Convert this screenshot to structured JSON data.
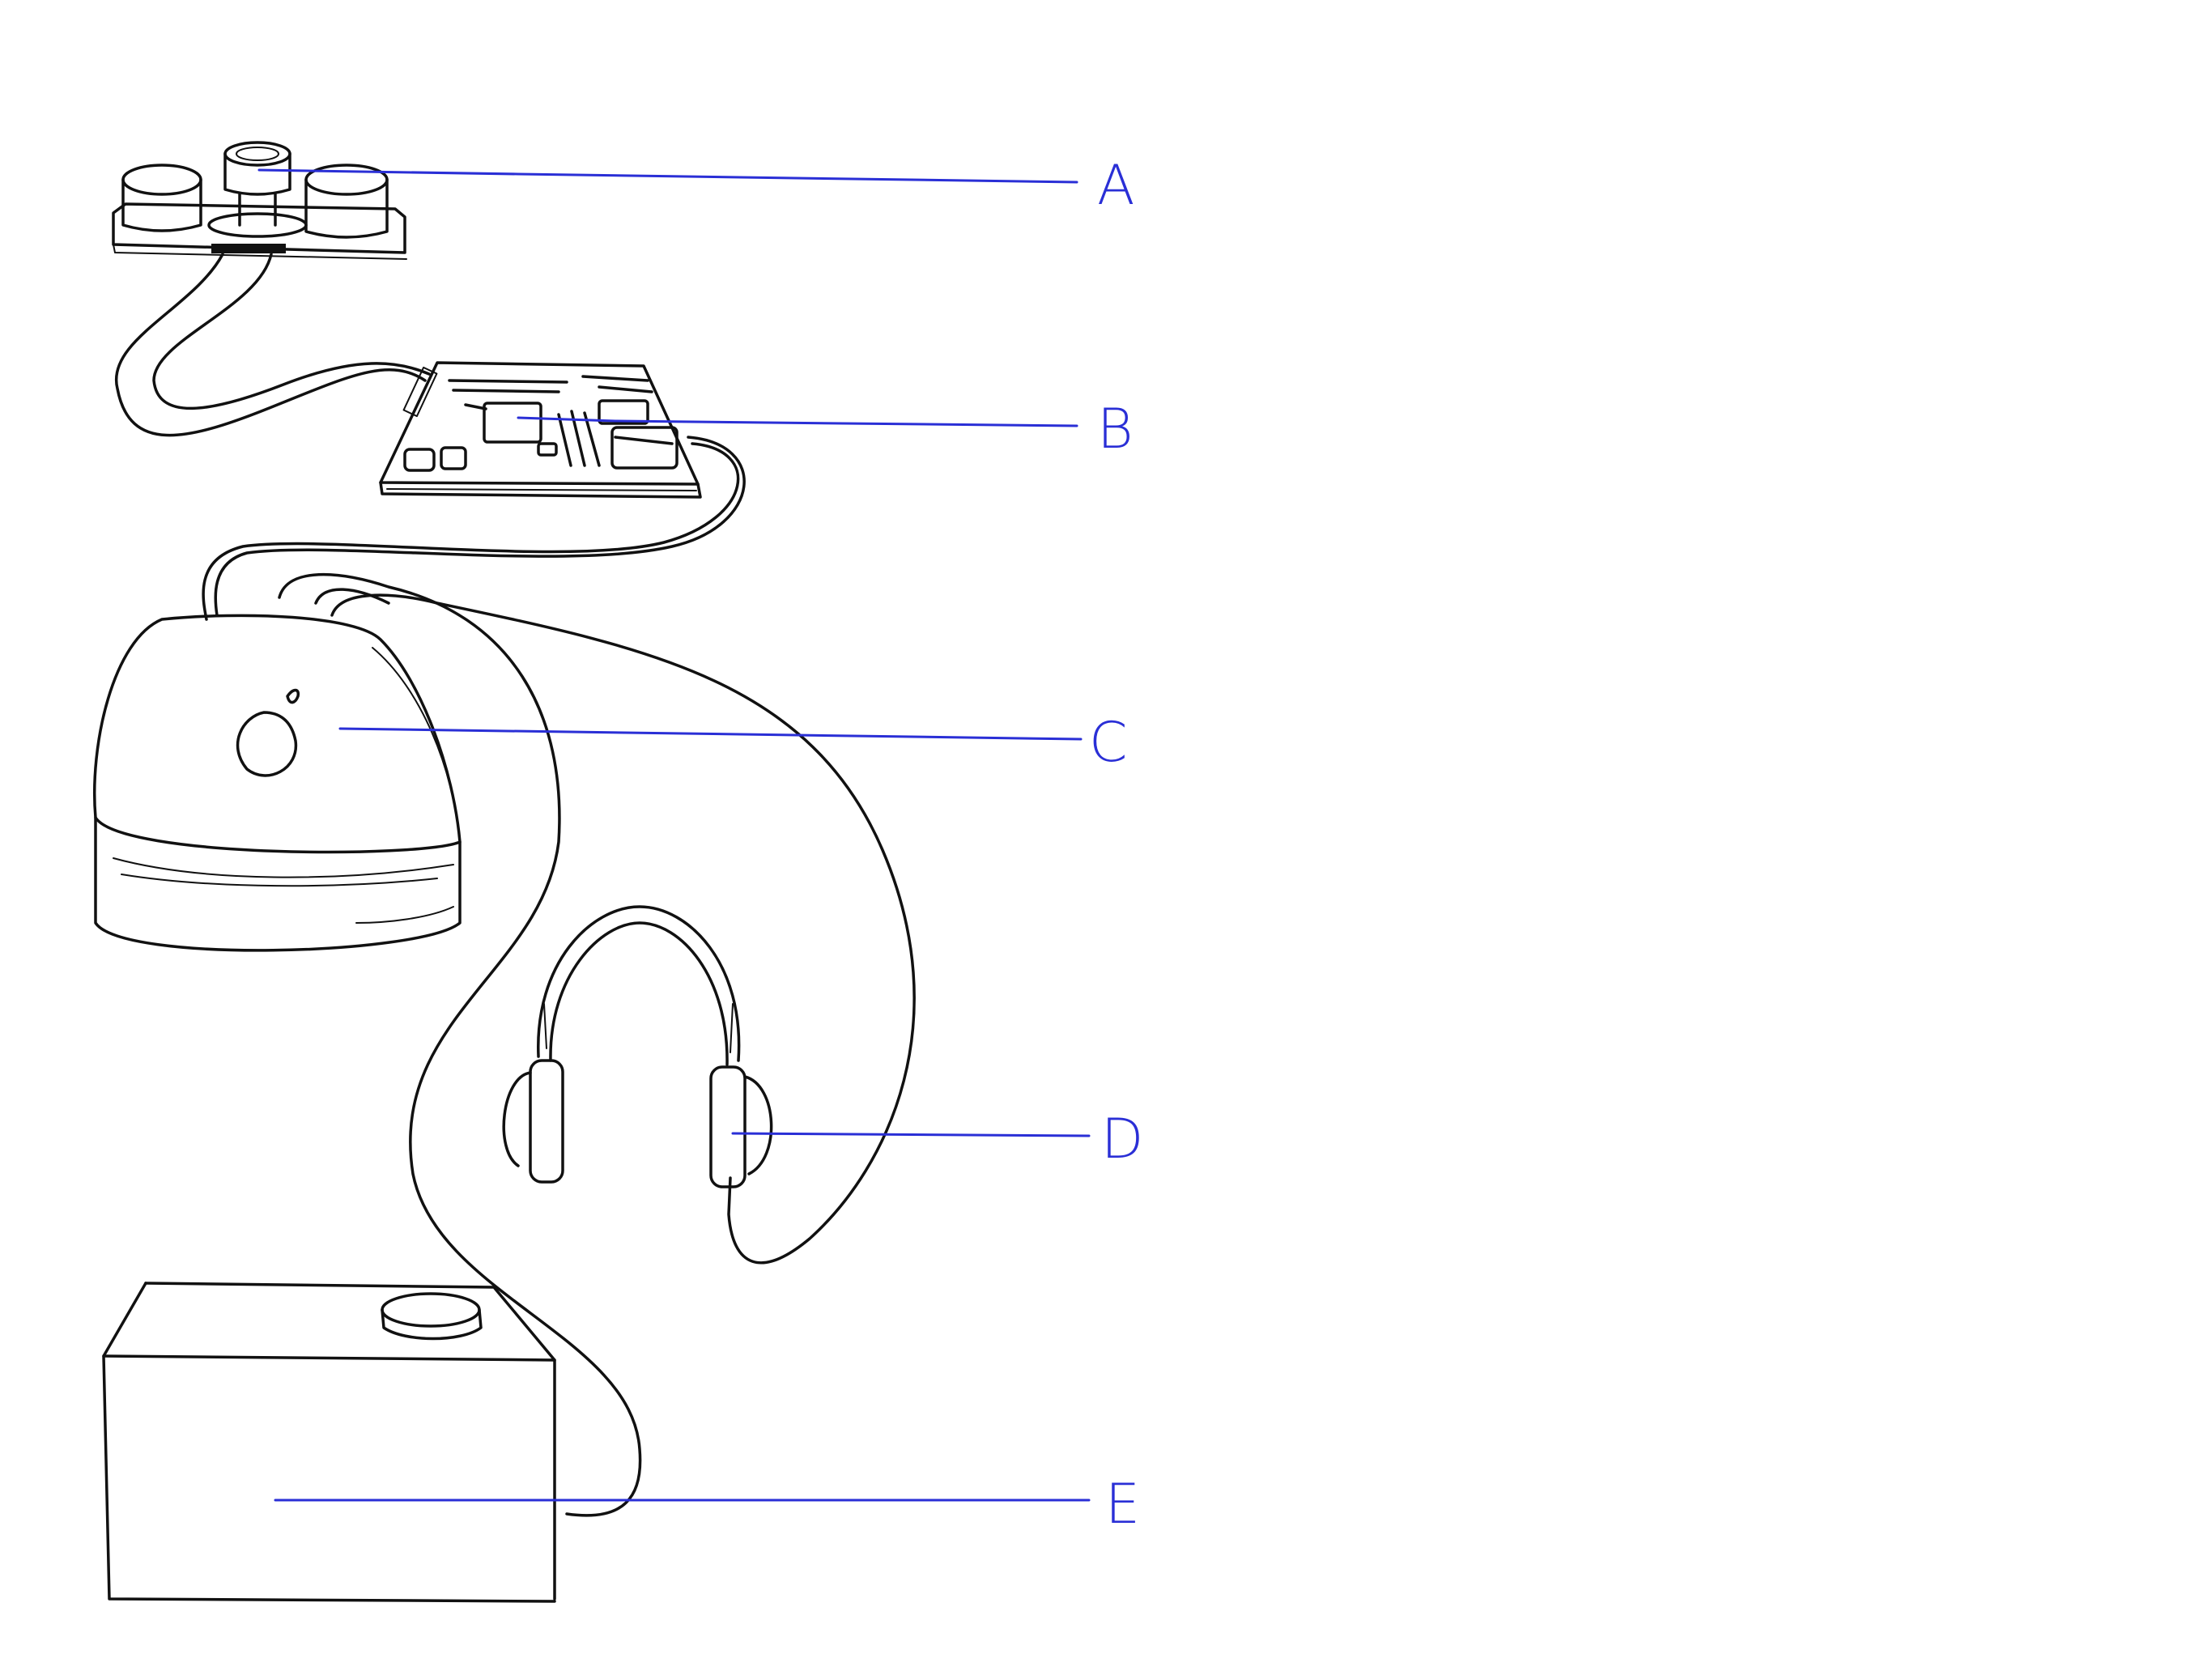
{
  "diagram": {
    "label_color": "#2a2fd6",
    "ink_color": "#111111",
    "background": "#ffffff",
    "parts": [
      {
        "id": "a",
        "letter": "A",
        "subject": "sensor-module"
      },
      {
        "id": "b",
        "letter": "B",
        "subject": "circuit-board"
      },
      {
        "id": "c",
        "letter": "C",
        "subject": "dome-unit"
      },
      {
        "id": "d",
        "letter": "D",
        "subject": "headphones"
      },
      {
        "id": "e",
        "letter": "E",
        "subject": "box-unit"
      }
    ]
  }
}
